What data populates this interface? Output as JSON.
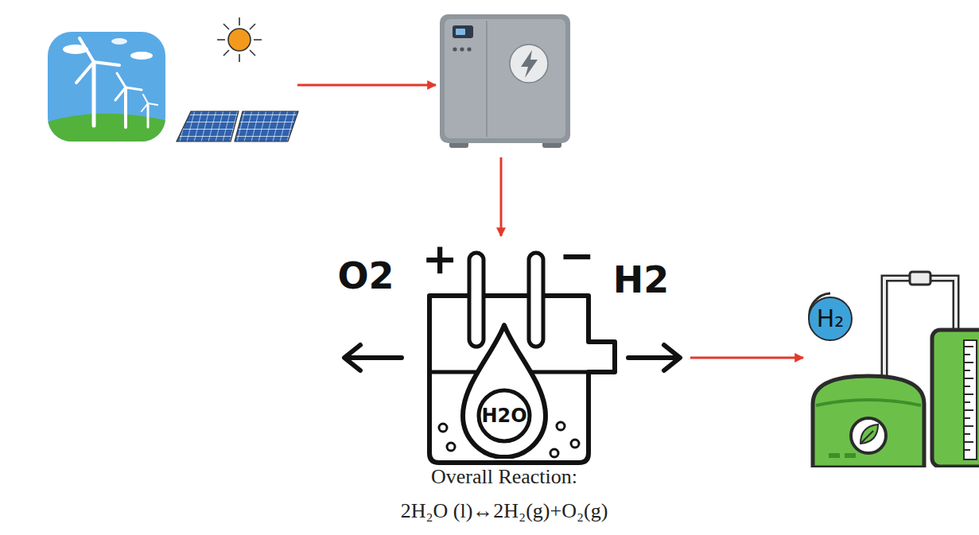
{
  "diagram": {
    "nodes": [
      {
        "text": [
          "+",
          "−",
          "O2",
          "H2"
        ]
      },
      {
        "text": [
          "H2O"
        ],
        "in": 0
      },
      {
        "text": [
          "H₂"
        ]
      }
    ],
    "edges": [
      {
        "from": 0,
        "to": 2,
        "arrow": "to"
      }
    ],
    "labels": [
      "Overall Reaction:",
      "2H₂O (l)↔2H₂(g)+O₂(g)"
    ]
  }
}
